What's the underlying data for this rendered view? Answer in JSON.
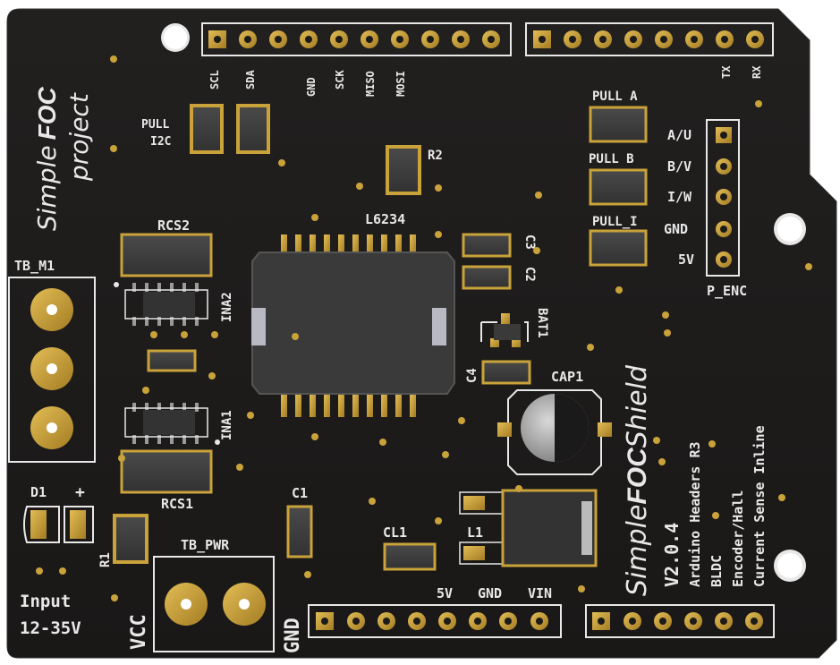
{
  "board": {
    "project_simple": "Simple",
    "project_foc": "FOC",
    "project_word": "project",
    "shield_simple": "Simple",
    "shield_foc": "FOC",
    "shield_shield": "Shield",
    "version": "V2.0.4",
    "feature_lines": [
      "Arduino Headers R3",
      "BLDC",
      "Encoder/Hall",
      "Current Sense Inline"
    ]
  },
  "header_labels": {
    "scl": "SCL",
    "sda": "SDA",
    "gnd": "GND",
    "sck": "SCK",
    "miso": "MISO",
    "mosi": "MOSI",
    "tx": "TX",
    "rx": "RX"
  },
  "components": {
    "pull_i2c_1": "PULL",
    "pull_i2c_2": "I2C",
    "r2": "R2",
    "l6234": "L6234",
    "c3": "C3",
    "c2": "C2",
    "bat1": "BAT1",
    "c4": "C4",
    "cap1": "CAP1",
    "rcs2": "RCS2",
    "ina2": "INA2",
    "ina1": "INA1",
    "rcs1": "RCS1",
    "tb_m1": "TB_M1",
    "d1": "D1",
    "plus": "+",
    "r1": "R1",
    "c1": "C1",
    "tb_pwr": "TB_PWR",
    "cl1": "CL1",
    "l1": "L1",
    "vcc": "VCC",
    "gnd_pwr": "GND",
    "input_1": "Input",
    "input_2": "12-35V",
    "pwr_5v": "5V",
    "pwr_gnd": "GND",
    "pwr_vin": "VIN"
  },
  "encoder": {
    "pull_a": "PULL A",
    "pull_b": "PULL B",
    "pull_i": "PULL_I",
    "pins": [
      "A/U",
      "B/V",
      "I/W",
      "GND",
      "5V"
    ],
    "name": "P_ENC"
  },
  "colors": {
    "pcb": "#1d1b1a",
    "gold": "#c9a23a",
    "silk": "#e8e8e8",
    "pcb_edge": "#2a2725"
  }
}
